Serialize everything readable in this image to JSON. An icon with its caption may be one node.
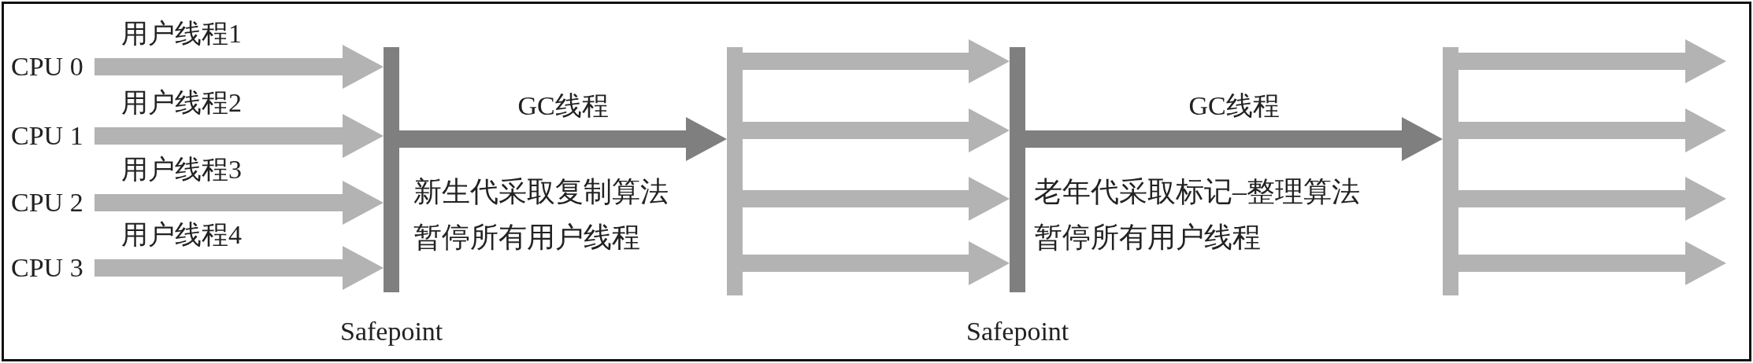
{
  "diagram": {
    "nodes": [
      {
        "text": [
          "CPU 0"
        ]
      },
      {
        "text": [
          "CPU 1"
        ]
      },
      {
        "text": [
          "CPU 2"
        ]
      },
      {
        "text": [
          "CPU 3"
        ]
      },
      {
        "text": [],
        "shape": "bar",
        "beside": [
          "Safepoint"
        ]
      },
      {
        "text": [],
        "shape": "bar"
      },
      {
        "text": [],
        "shape": "bar",
        "beside": [
          "Safepoint"
        ]
      },
      {
        "text": [],
        "shape": "bar"
      }
    ],
    "edges": [
      {
        "from": 0,
        "to": 4,
        "arrow": "to",
        "label": "用户线程1"
      },
      {
        "from": 1,
        "to": 4,
        "arrow": "to",
        "label": "用户线程2"
      },
      {
        "from": 2,
        "to": 4,
        "arrow": "to",
        "label": "用户线程3"
      },
      {
        "from": 3,
        "to": 4,
        "arrow": "to",
        "label": "用户线程4"
      },
      {
        "from": 4,
        "to": 5,
        "arrow": "to",
        "label": "GC线程",
        "color": "#7f7f7f"
      },
      {
        "from": 5,
        "to": 6,
        "arrow": "to"
      },
      {
        "from": 5,
        "to": 6,
        "arrow": "to"
      },
      {
        "from": 5,
        "to": 6,
        "arrow": "to"
      },
      {
        "from": 5,
        "to": 6,
        "arrow": "to"
      },
      {
        "from": 6,
        "to": 7,
        "arrow": "to",
        "label": "GC线程",
        "color": "#7f7f7f"
      },
      {
        "from": 7,
        "to": null,
        "arrow": "to"
      },
      {
        "from": 7,
        "to": null,
        "arrow": "to"
      },
      {
        "from": 7,
        "to": null,
        "arrow": "to"
      },
      {
        "from": 7,
        "to": null,
        "arrow": "to"
      }
    ],
    "labels": [
      "新生代采取复制算法",
      "暂停所有用户线程",
      "老年代采取标记–整理算法",
      "暂停所有用户线程"
    ]
  }
}
